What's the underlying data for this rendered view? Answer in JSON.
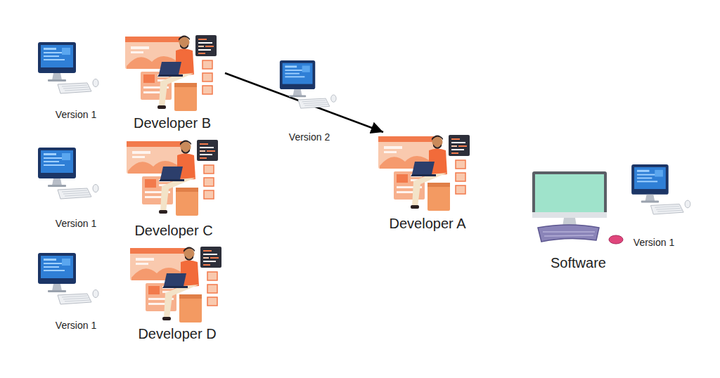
{
  "diagram": {
    "nodes": [
      {
        "text": [
          "Developer B"
        ]
      },
      {
        "text": [
          "Developer C"
        ]
      },
      {
        "text": [
          "Developer D"
        ]
      },
      {
        "text": [
          "Developer A"
        ]
      },
      {
        "text": [
          "Software"
        ]
      }
    ],
    "edges": [
      {
        "from": 0,
        "to": 3,
        "arrow": "to"
      }
    ],
    "labels": [
      "Version 1",
      "Version 1",
      "Version 1",
      "Version 2",
      "Version 1"
    ]
  }
}
